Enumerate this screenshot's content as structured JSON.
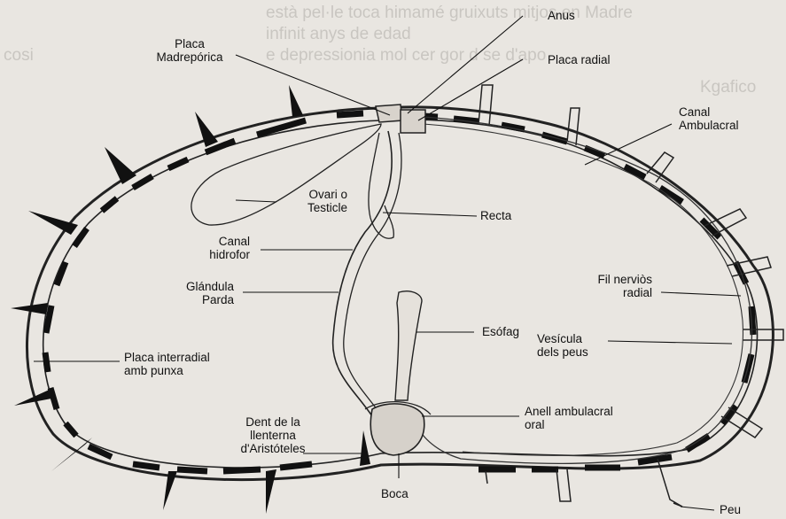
{
  "background_text": {
    "line1": "està pel·le toca himamé gruixuts mitjos en Madre",
    "line2": "infinit anys de edad",
    "line3": "e depressionia mol cer gor d se d'apo",
    "line4": "Kgafico",
    "side": "cosi"
  },
  "labels": {
    "anus": "Anus",
    "placa_madreporica": "Placa\nMadrepórica",
    "placa_radial": "Placa radial",
    "canal_ambulacral": "Canal\nAmbulacral",
    "ovari_testicle": "Ovari o\nTesticle",
    "recta": "Recta",
    "canal_hidrofor": "Canal\nhidrofor",
    "glandula_parda": "Glándula\nParda",
    "fil_nervios_radial": "Fil nerviòs\nradial",
    "esofag": "Esófag",
    "vesicula_peus": "Vesícula\ndels peus",
    "placa_interradial": "Placa interradial\namb punxa",
    "anell_ambulacral": "Anell ambulacral\noral",
    "dent_llenterna": "Dent de la\nllenterna\nd'Aristóteles",
    "boca": "Boca",
    "peu": "Peu"
  }
}
